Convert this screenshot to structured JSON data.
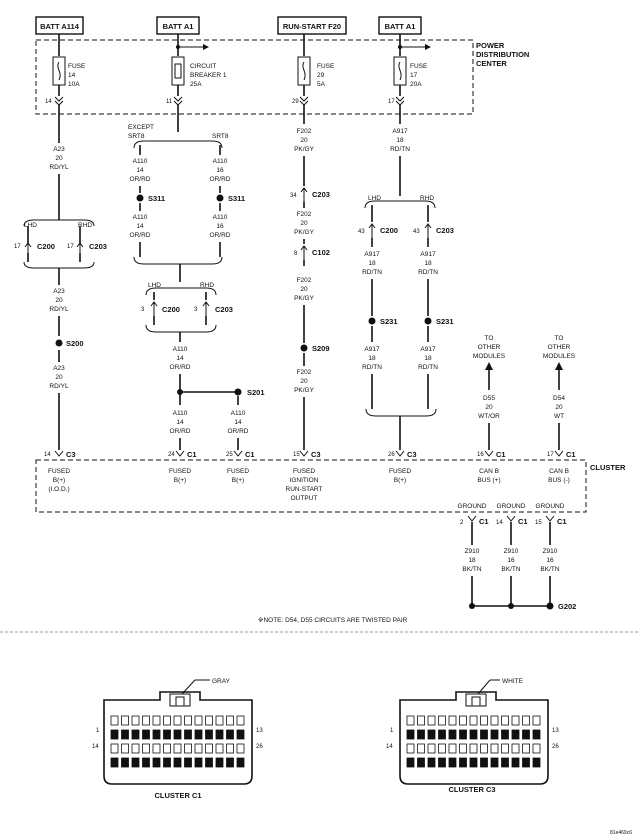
{
  "sources": {
    "batt_a114": "BATT A114",
    "batt_a1_left": "BATT A1",
    "run_start_f20": "RUN-START F20",
    "batt_a1_right": "BATT A1"
  },
  "pdc": {
    "line1": "POWER",
    "line2": "DISTRIBUTION",
    "line3": "CENTER"
  },
  "fuse14": {
    "name": "FUSE",
    "num": "14",
    "amps": "10A",
    "pin": "14"
  },
  "cb1": {
    "line1": "CIRCUIT",
    "line2": "BREAKER 1",
    "amps": "25A",
    "pin": "11"
  },
  "fuse29": {
    "name": "FUSE",
    "num": "29",
    "amps": "5A",
    "pin": "29"
  },
  "fuse17": {
    "name": "FUSE",
    "num": "17",
    "amps": "20A",
    "pin": "17"
  },
  "except": {
    "line1": "EXCEPT",
    "srt8_left": "SRT8",
    "srt8_right": "SRT8"
  },
  "wires": {
    "a23": {
      "code": "A23",
      "gauge": "20",
      "color": "RD/YL"
    },
    "a110_14": {
      "code": "A110",
      "gauge": "14",
      "color": "OR/RD"
    },
    "a110_16": {
      "code": "A110",
      "gauge": "16",
      "color": "OR/RD"
    },
    "f202": {
      "code": "F202",
      "gauge": "20",
      "color": "PK/GY"
    },
    "a917": {
      "code": "A917",
      "gauge": "18",
      "color": "RD/TN"
    },
    "d55": {
      "code": "D55",
      "gauge": "20",
      "color": "WT/OR"
    },
    "d54": {
      "code": "D54",
      "gauge": "20",
      "color": "WT"
    },
    "z910_18": {
      "code": "Z910",
      "gauge": "18",
      "color": "BK/TN"
    },
    "z910_16": {
      "code": "Z910",
      "gauge": "16",
      "color": "BK/TN"
    }
  },
  "variants": {
    "lhd": "LHD",
    "rhd": "RHD"
  },
  "connectors": {
    "c200": "C200",
    "c203": "C203",
    "c102": "C102",
    "c1": "C1",
    "c3": "C3"
  },
  "pins": {
    "p17": "17",
    "p3": "3",
    "p34": "34",
    "p8": "8",
    "p43": "43",
    "p14": "14",
    "p24": "24",
    "p25": "25",
    "p15": "15",
    "p26": "26",
    "p16": "16",
    "p2": "2"
  },
  "splices": {
    "s311": "S311",
    "s200": "S200",
    "s209": "S209",
    "s231": "S231",
    "s201": "S201"
  },
  "ground": {
    "g202": "G202",
    "label": "GROUND"
  },
  "to_other": {
    "line1": "TO",
    "line2": "OTHER",
    "line3": "MODULES"
  },
  "cluster": {
    "title": "CLUSTER",
    "fused_iod": {
      "line1": "FUSED",
      "line2": "B(+)",
      "line3": "(I.O.D.)"
    },
    "fused": {
      "line1": "FUSED",
      "line2": "B(+)"
    },
    "ignition": {
      "line1": "FUSED",
      "line2": "IGNITION",
      "line3": "RUN-START",
      "line4": "OUTPUT"
    },
    "canb_plus": {
      "line1": "CAN B",
      "line2": "BUS (+)"
    },
    "canb_minus": {
      "line1": "CAN B",
      "line2": "BUS (-)"
    }
  },
  "note": "※NOTE:  D54, D55    CIRCUITS ARE TWISTED PAIR",
  "face_c1": {
    "title": "CLUSTER C1",
    "color": "GRAY",
    "p1": "1",
    "p13": "13",
    "p14": "14",
    "p26": "26"
  },
  "face_c3": {
    "title": "CLUSTER C3",
    "color": "WHITE",
    "p1": "1",
    "p13": "13",
    "p14": "14",
    "p26": "26"
  },
  "figure_id": "81e469c6"
}
